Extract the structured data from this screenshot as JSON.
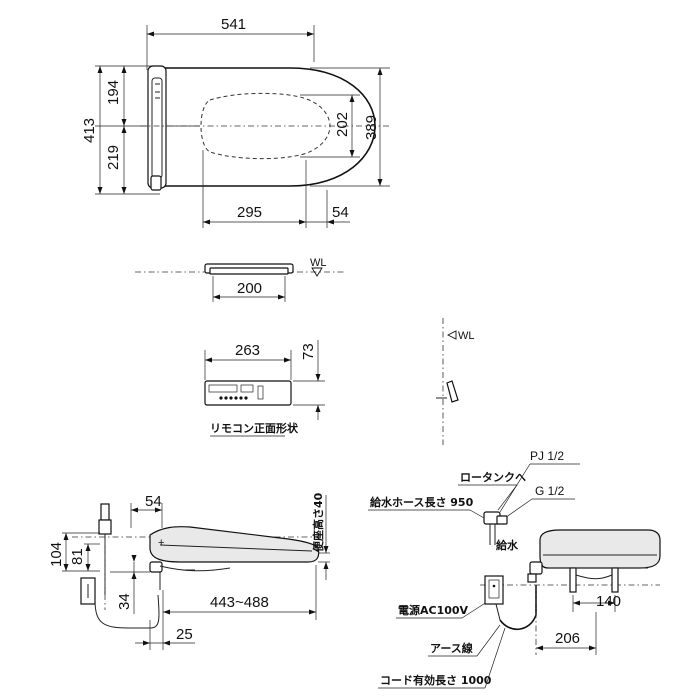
{
  "top_view": {
    "width": "541",
    "height_total": "413",
    "height_upper": "194",
    "height_lower": "219",
    "seat_inner_height": "202",
    "seat_outer_height": "389",
    "offset_front": "295",
    "offset_back": "54"
  },
  "wall_plate": {
    "wl": "WL",
    "width": "200"
  },
  "remote": {
    "width": "263",
    "height": "73",
    "caption": "リモコン正面形状"
  },
  "side_wall": {
    "wl": "WL"
  },
  "side_view": {
    "depth_54": "54",
    "height_104": "104",
    "height_81": "81",
    "height_34": "34",
    "length_range": "443~488",
    "offset_25": "25",
    "lid_height": "便座高さ40"
  },
  "rear_view": {
    "pj": "PJ 1/2",
    "low_tank": "ロータンクへ",
    "g": "G 1/2",
    "hose": "給水ホース長さ 950",
    "water": "給水",
    "power": "電源AC100V",
    "earth": "アース線",
    "cord": "コード有効長さ 1000",
    "dim_140": "140",
    "dim_206": "206"
  }
}
